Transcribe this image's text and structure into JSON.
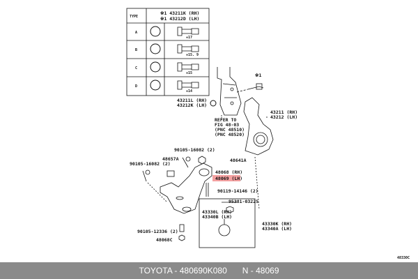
{
  "table": {
    "header_type": "TYPE",
    "header_part_rh": "※1 43211K (RH)",
    "header_part_lh": "※1 43212D (LH)",
    "rows": [
      {
        "type": "A",
        "dim": "+17"
      },
      {
        "type": "B",
        "dim": "+15. 9"
      },
      {
        "type": "C",
        "dim": "+15"
      },
      {
        "type": "D",
        "dim": "+14"
      }
    ]
  },
  "labels": {
    "bolt_mark": "※1",
    "nut_rh": "43211L (RH)",
    "nut_lh": "43212K (LH)",
    "refer_1": "REFER TO",
    "refer_2": "FIG 48-03",
    "refer_3": "(PNC 48510)",
    "refer_4": "(PNC 48520)",
    "knuckle_rh": "43211 (RH)",
    "knuckle_lh": "43212 (LH)",
    "bolt_top": "90105-16082 (2)",
    "nut_48641a": "48641A",
    "bushing": "48657A",
    "bolt_left": "90105-16082 (2)",
    "arm_rh": "48068 (RH)",
    "arm_lh": "48069 (LH)",
    "bolt_90119": "90119-14146 (2)",
    "pin": "95381-03225",
    "nut_bj_rh": "43330L (RH)",
    "nut_bj_lh": "43340B (LH)",
    "balljoint_rh": "43330K (RH)",
    "balljoint_lh": "43340A (LH)",
    "bolt_bottom": "90105-12336 (2)",
    "nut_48068c": "48068C",
    "fig_code": "48330C"
  },
  "footer": {
    "part": "TOYOTA - 480690K080",
    "pnc": "N - 48069"
  },
  "colors": {
    "highlight": "#f4a0a0",
    "footer_bg": "#8a8a8a"
  }
}
